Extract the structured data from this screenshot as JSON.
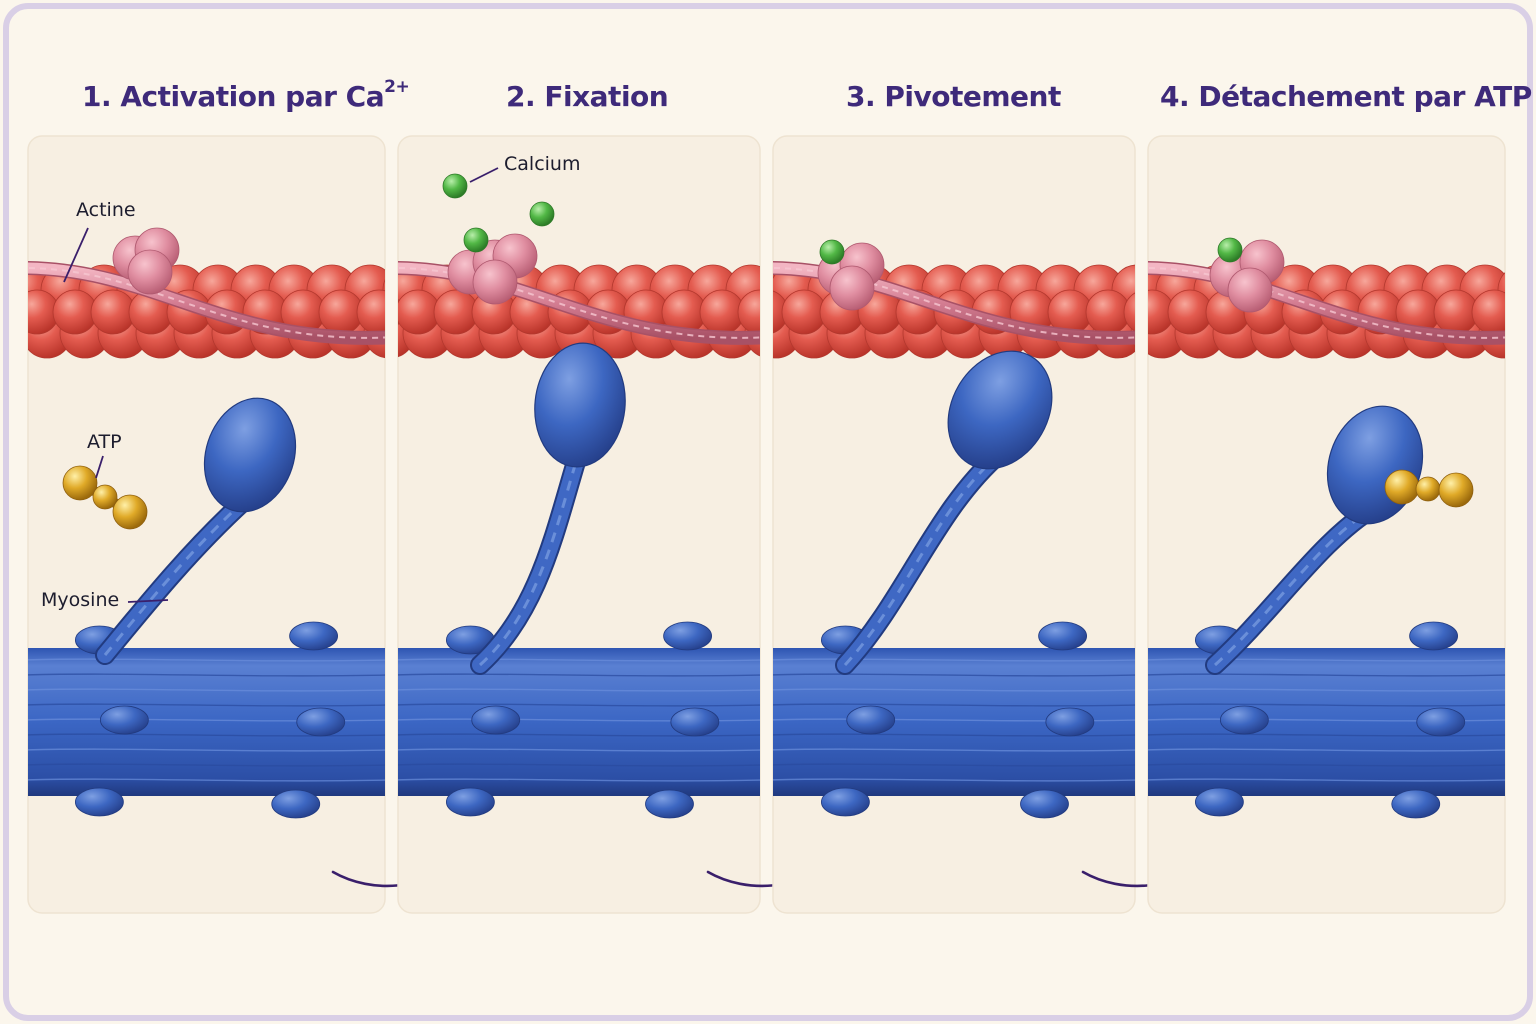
{
  "steps": [
    {
      "number": "1.",
      "title": "Activation par Ca",
      "superscript": "2+"
    },
    {
      "number": "2.",
      "title": "Fixation"
    },
    {
      "number": "3.",
      "title": "Pivotement"
    },
    {
      "number": "4.",
      "title": "Détachement par ATP"
    }
  ],
  "labels": {
    "actine": "Actine",
    "atp": "ATP",
    "myosine": "Myosine",
    "calcium": "Calcium"
  },
  "colors": {
    "title": "#3e2a7a",
    "actin": "#e3584e",
    "tropomyosin": "#d98095",
    "troponin": "#e38aa0",
    "myosin": "#3d67c2",
    "calcium": "#4fb548",
    "atp": "#dca52a",
    "panel": "#f7efe2",
    "background": "#fbf6ec",
    "border": "#d9cfe6"
  },
  "icons": [
    "arrow-right-curved-icon"
  ]
}
